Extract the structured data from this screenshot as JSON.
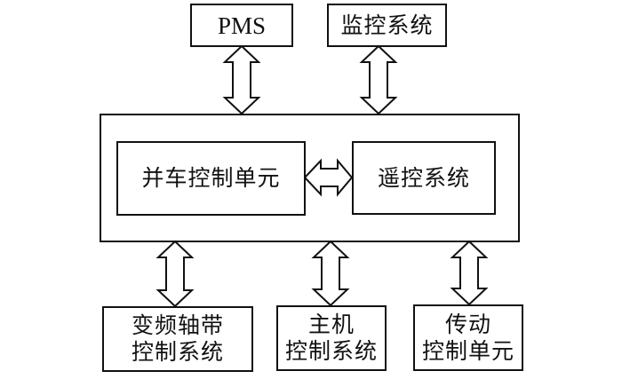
{
  "nodes": {
    "pms": {
      "label": "PMS"
    },
    "monitoring": {
      "label": "监控系统"
    },
    "paralleling_unit": {
      "label": "并车控制单元"
    },
    "remote_control": {
      "label": "遥控系统"
    },
    "vfd_shaft": {
      "line1": "变频轴带",
      "line2": "控制系统"
    },
    "main_engine": {
      "line1": "主机",
      "line2": "控制系统"
    },
    "transmission": {
      "line1": "传动",
      "line2": "控制单元"
    }
  },
  "edges": [
    {
      "from": "pms",
      "to": "central_system",
      "type": "bidirectional"
    },
    {
      "from": "monitoring",
      "to": "central_system",
      "type": "bidirectional"
    },
    {
      "from": "paralleling_unit",
      "to": "remote_control",
      "type": "bidirectional"
    },
    {
      "from": "central_system",
      "to": "vfd_shaft",
      "type": "bidirectional"
    },
    {
      "from": "central_system",
      "to": "main_engine",
      "type": "bidirectional"
    },
    {
      "from": "central_system",
      "to": "transmission",
      "type": "bidirectional"
    }
  ]
}
